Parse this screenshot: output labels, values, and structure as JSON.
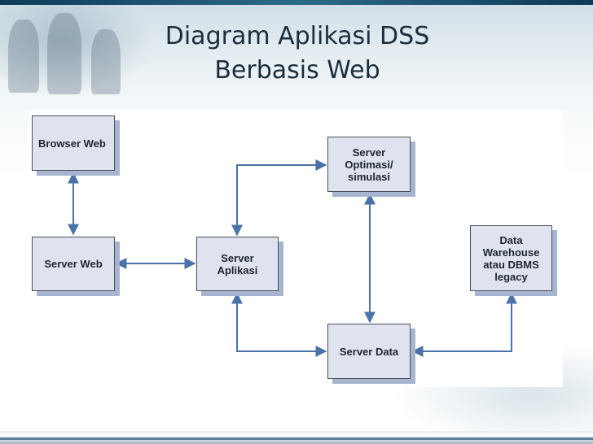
{
  "slide": {
    "title_line1": "Diagram Aplikasi DSS",
    "title_line2": "Berbasis Web"
  },
  "diagram": {
    "nodes": {
      "browser_web": "Browser Web",
      "server_web": "Server Web",
      "server_aplikasi": [
        "Server",
        "Aplikasi"
      ],
      "server_optimasi": [
        "Server",
        "Optimasi/",
        "simulasi"
      ],
      "server_data": "Server Data",
      "data_warehouse": [
        "Data",
        "Warehouse",
        "atau DBMS",
        "legacy"
      ]
    },
    "edges": [
      {
        "from": "browser_web",
        "to": "server_web",
        "direction": "both"
      },
      {
        "from": "server_web",
        "to": "server_aplikasi",
        "direction": "both"
      },
      {
        "from": "server_aplikasi",
        "to": "server_optimasi",
        "direction": "both"
      },
      {
        "from": "server_aplikasi",
        "to": "server_data",
        "direction": "both"
      },
      {
        "from": "server_optimasi",
        "to": "server_data",
        "direction": "both"
      },
      {
        "from": "data_warehouse",
        "to": "server_data",
        "direction": "both"
      }
    ],
    "colors": {
      "box_fill": "#dfe3f0",
      "box_shadow": "#a7b4cf",
      "arrow": "#4a72a8"
    }
  }
}
